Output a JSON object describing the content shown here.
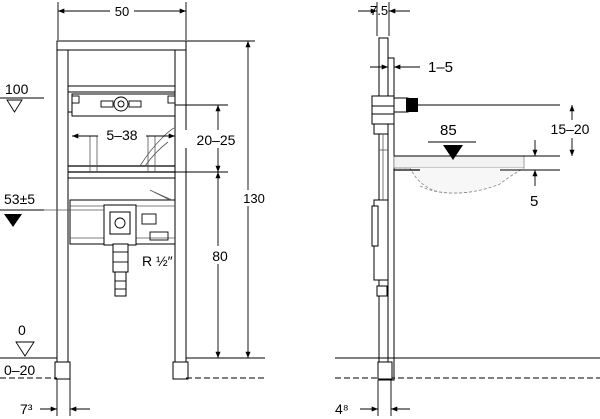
{
  "front_view": {
    "frame_width": "50",
    "frame_height": "130",
    "upper_mark": "100",
    "flush_valve_height": "53±5",
    "mount_rail_dim": "20–25",
    "spacing_dim": "5–38",
    "outlet_height": "80",
    "thread_label": "R ½″",
    "floor_mark": "0",
    "floor_range": "0–20",
    "foot_offset": "7³"
  },
  "side_view": {
    "depth_top": "7.5",
    "gap_dim": "1–5",
    "basin_dim": "85",
    "adjust_dim": "15–20",
    "small_dim": "5",
    "foot_depth": "4⁸"
  }
}
